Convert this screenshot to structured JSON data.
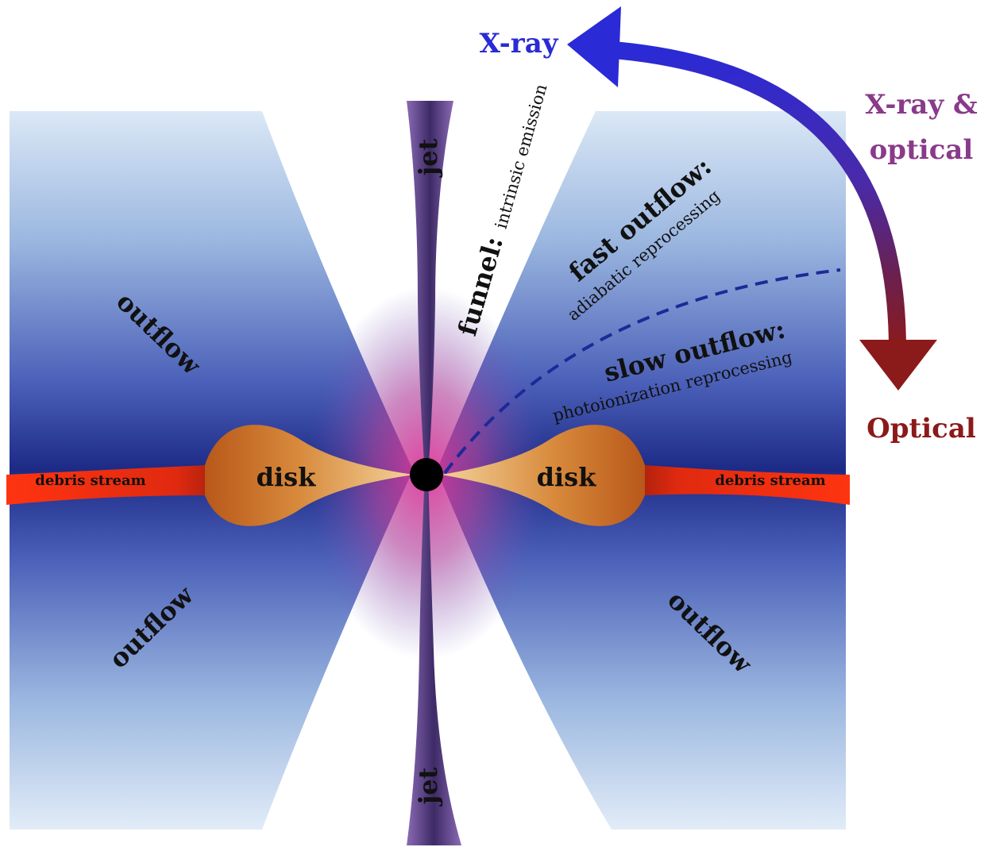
{
  "labels": {
    "outflow_upper_left": "outflow",
    "outflow_lower_left": "outflow",
    "outflow_lower_right": "outflow",
    "disk_left": "disk",
    "disk_right": "disk",
    "stream_left": "debris stream",
    "stream_right": "debris stream",
    "jet_top": "jet",
    "jet_bottom": "jet",
    "funnel_title": "funnel:",
    "funnel_desc": "intrinsic emission",
    "fast_title": "fast outflow:",
    "fast_desc": "adiabatic reprocessing",
    "slow_title": "slow outflow:",
    "slow_desc": "photoionization reprocessing"
  },
  "arrow": {
    "top_label": "X-ray",
    "middle_label_line1": "X-ray &",
    "middle_label_line2": "optical",
    "bottom_label": "Optical"
  },
  "colors": {
    "xray": "#2a2ad6",
    "mixed": "#8a3a8a",
    "optical": "#8b1a1a"
  },
  "icons": {
    "black_hole": "black-hole-dot"
  }
}
